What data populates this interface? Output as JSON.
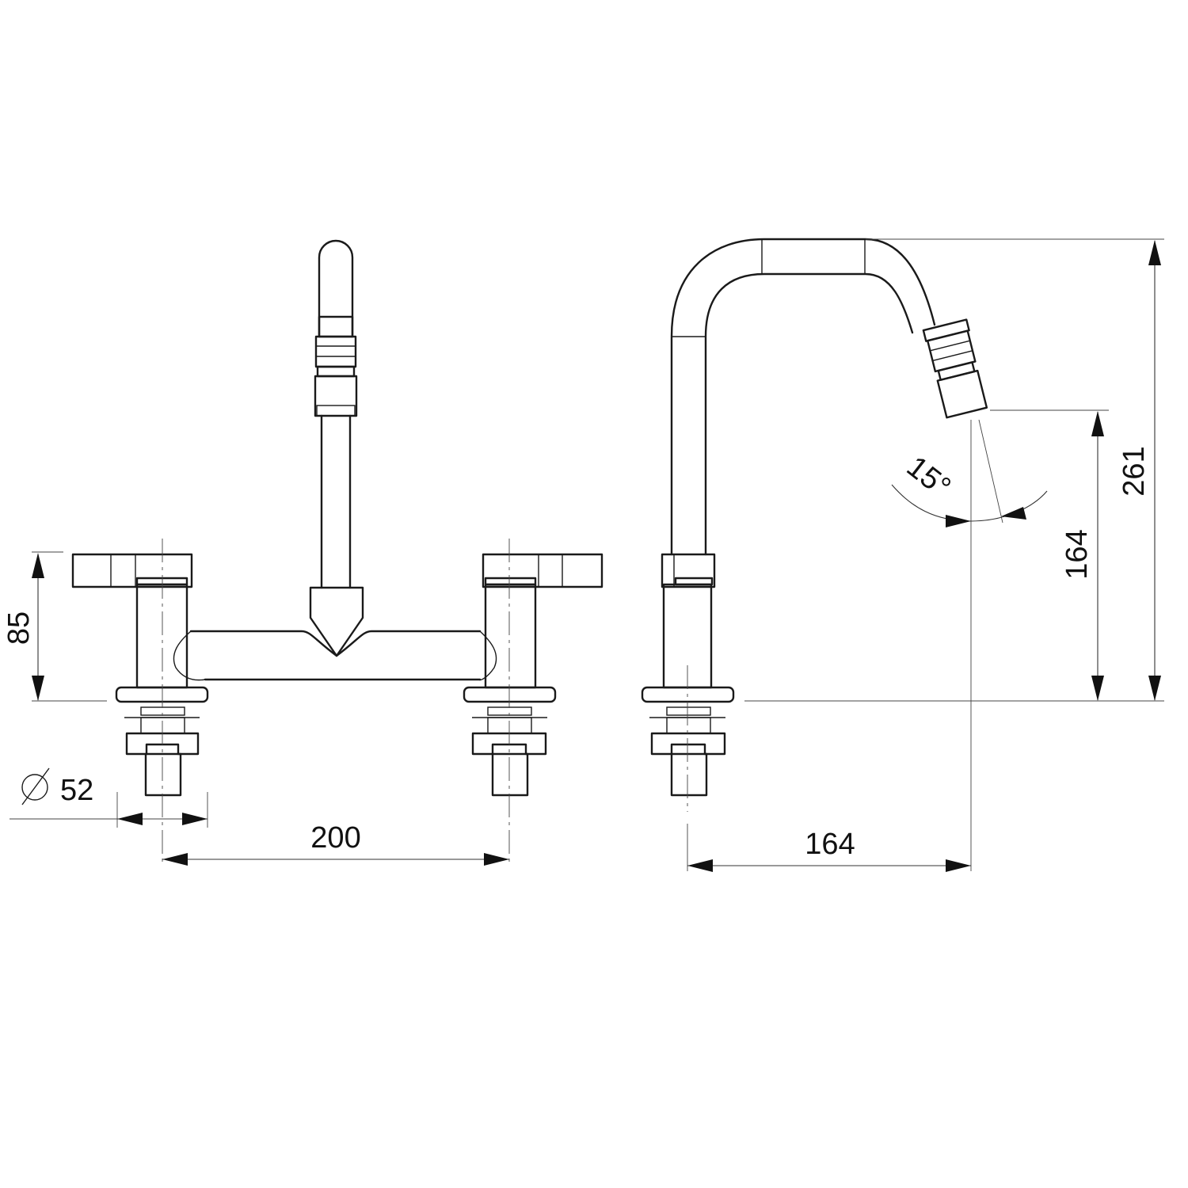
{
  "dimensions": {
    "handle_height": "85",
    "tail_diameter_symbol": "∅",
    "tail_diameter": "52",
    "centres": "200",
    "spout_reach": "164",
    "outlet_height": "164",
    "total_height": "261",
    "swivel_angle": "15°"
  },
  "icons": {
    "diameter": "diameter-symbol-icon"
  }
}
